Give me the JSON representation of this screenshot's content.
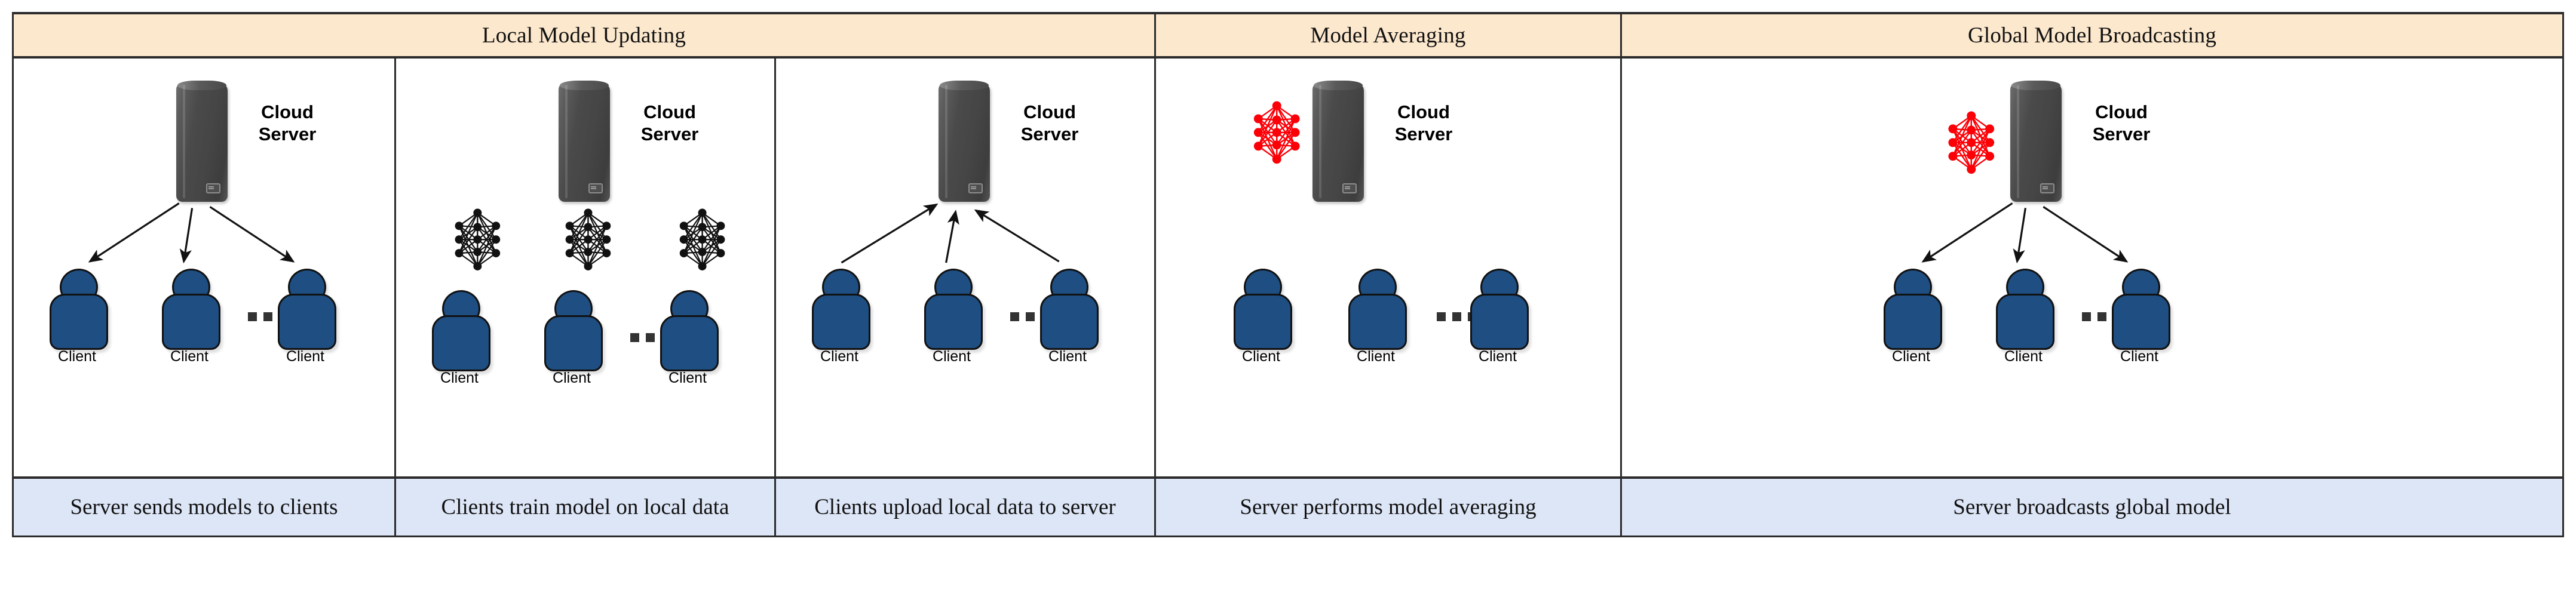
{
  "figure": {
    "title_row": [
      {
        "label": "Local Model Updating",
        "span": 3
      },
      {
        "label": "Model Averaging",
        "span": 1
      },
      {
        "label": "Global Model Broadcasting",
        "span": 1
      }
    ],
    "captions": [
      "Server sends models to clients",
      "Clients train model on local data",
      "Clients upload local data to server",
      "Server performs model averaging",
      "Server broadcasts global model"
    ],
    "colors": {
      "header_bg": "#fce8cd",
      "caption_bg": "#dde6f7",
      "border": "#2b2b2b",
      "client_blue": "#1e4e82",
      "server_gray": "#4a4a4a",
      "local_model_black": "#111111",
      "global_model_red": "#fb0007"
    },
    "panels": [
      {
        "id": "panel-1",
        "server_label": "Cloud\nServer",
        "server_label_line1": "Cloud",
        "server_label_line2": "Server",
        "clients": [
          "Client",
          "Client",
          "Client"
        ],
        "ellipsis": "...",
        "arrows": "server-to-clients",
        "model_icon": "none",
        "model_icon_color": ""
      },
      {
        "id": "panel-2",
        "server_label_line1": "Cloud",
        "server_label_line2": "Server",
        "clients": [
          "Client",
          "Client",
          "Client"
        ],
        "ellipsis": "...",
        "arrows": "none",
        "model_icon": "neural-network-per-client",
        "model_icon_color": "#111111"
      },
      {
        "id": "panel-3",
        "server_label_line1": "Cloud",
        "server_label_line2": "Server",
        "clients": [
          "Client",
          "Client",
          "Client"
        ],
        "ellipsis": "...",
        "arrows": "clients-to-server",
        "model_icon": "none",
        "model_icon_color": ""
      },
      {
        "id": "panel-4",
        "server_label_line1": "Cloud",
        "server_label_line2": "Server",
        "clients": [
          "Client",
          "Client",
          "Client"
        ],
        "ellipsis": "...",
        "arrows": "none",
        "model_icon": "neural-network-at-server",
        "model_icon_color": "#fb0007"
      },
      {
        "id": "panel-5",
        "server_label_line1": "Cloud",
        "server_label_line2": "Server",
        "clients": [
          "Client",
          "Client",
          "Client"
        ],
        "ellipsis": "...",
        "arrows": "server-to-clients",
        "model_icon": "neural-network-at-server",
        "model_icon_color": "#fb0007"
      }
    ]
  }
}
